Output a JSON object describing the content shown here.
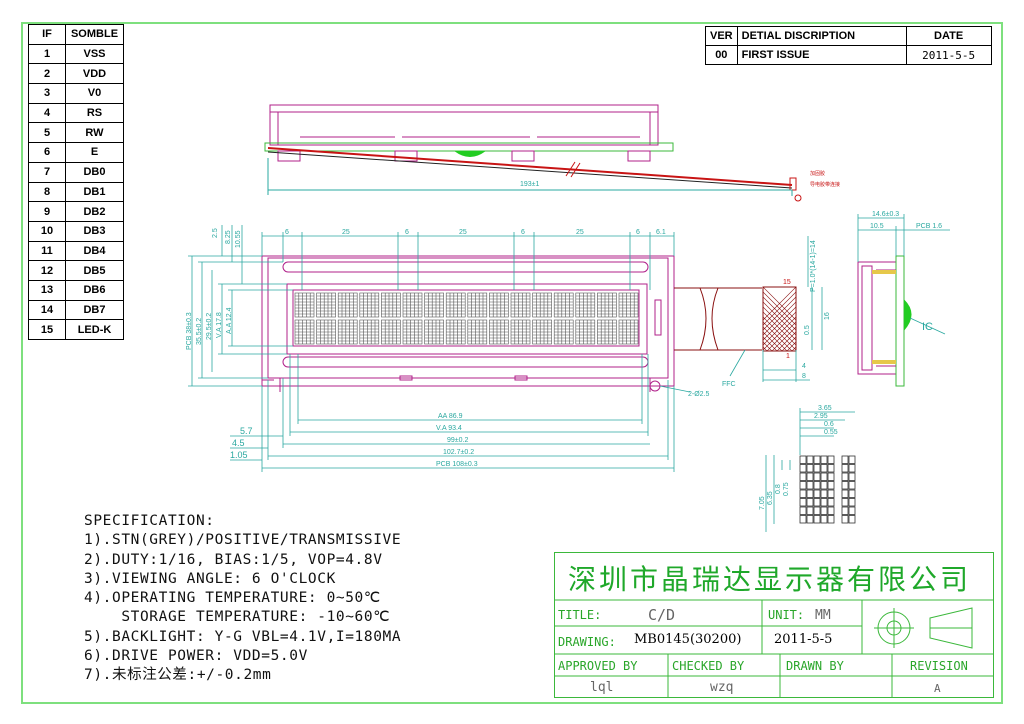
{
  "pin_table": {
    "header": {
      "if": "IF",
      "symbol": "SOMBLE"
    },
    "rows": [
      {
        "no": "1",
        "sym": "VSS"
      },
      {
        "no": "2",
        "sym": "VDD"
      },
      {
        "no": "3",
        "sym": "V0"
      },
      {
        "no": "4",
        "sym": "RS"
      },
      {
        "no": "5",
        "sym": "RW"
      },
      {
        "no": "6",
        "sym": "E"
      },
      {
        "no": "7",
        "sym": "DB0"
      },
      {
        "no": "8",
        "sym": "DB1"
      },
      {
        "no": "9",
        "sym": "DB2"
      },
      {
        "no": "10",
        "sym": "DB3"
      },
      {
        "no": "11",
        "sym": "DB4"
      },
      {
        "no": "12",
        "sym": "DB5"
      },
      {
        "no": "13",
        "sym": "DB6"
      },
      {
        "no": "14",
        "sym": "DB7"
      },
      {
        "no": "15",
        "sym": "LED-K"
      }
    ]
  },
  "version_table": {
    "header": {
      "ver": "VER",
      "desc": "DETIAL DISCRIPTION",
      "date": "DATE"
    },
    "row": {
      "ver": "00",
      "desc": "FIRST ISSUE",
      "date": "2011-5-5"
    }
  },
  "drawing": {
    "dims": {
      "cable_len": "193±1",
      "pitch_6a": "6",
      "pitch_25a": "25",
      "pitch_6b": "6",
      "pitch_25b": "25",
      "pitch_6c": "6",
      "pitch_25c": "25",
      "pitch_6d": "6",
      "pitch_61": "6.1",
      "aa_w": "AA 86.9",
      "va_w": "V.A 93.4",
      "w99": "99±0.2",
      "w1027": "102.7±0.2",
      "pcb_w": "PCB 108±0.3",
      "d57": "5.7",
      "d45": "4.5",
      "d105": "1.05",
      "pcb_h": "PCB 38±0.3",
      "h355": "35.5±0.2",
      "h295": "29.5±0.2",
      "va_h": "V.A 17.8",
      "aa_h": "A.A 12.4",
      "t25": "2.5",
      "t825": "8.25",
      "t1055": "10.55",
      "hole": "2-Ø2.5",
      "ffc": "FFC",
      "ffc_pitch": "P=1.0*(14-1)=14",
      "ffc_05": "0.5",
      "ffc_16": "16",
      "ffc_4": "4",
      "ffc_8": "8",
      "pin15": "15",
      "pin1": "1",
      "side_146": "14.6±0.3",
      "side_105": "10.5",
      "side_pcb": "PCB 1.6",
      "ic": "IC",
      "dot_365": "3.65",
      "dot_295": "2.95",
      "dot_06": "0.6",
      "dot_055": "0.55",
      "dot_705": "7.05",
      "dot_635": "6.35",
      "dot_08": "0.8",
      "dot_075": "0.75",
      "callout1": "加固胶",
      "callout2": "导电胶带连接"
    }
  },
  "specification": {
    "title": "SPECIFICATION:",
    "lines": [
      "1).STN(GREY)/POSITIVE/TRANSMISSIVE",
      "2).DUTY:1/16, BIAS:1/5, VOP=4.8V",
      "3).VIEWING ANGLE: 6 O'CLOCK",
      "4).OPERATING TEMPERATURE: 0~50℃",
      "    STORAGE TEMPERATURE: -10~60℃",
      "5).BACKLIGHT: Y-G VBL=4.1V,I=180MA",
      "6).DRIVE POWER: VDD=5.0V",
      "7).未标注公差:+/-0.2mm"
    ]
  },
  "title_block": {
    "company": "深圳市晶瑞达显示器有限公司",
    "title_label": "TITLE:",
    "title_value": "C/D",
    "unit_label": "UNIT:",
    "unit_value": "MM",
    "drawing_label": "DRAWING:",
    "drawing_value": "MB0145(30200)",
    "drawing_date": "2011-5-5",
    "approved_label": "APPROVED BY",
    "checked_label": "CHECKED BY",
    "drawn_label": "DRAWN BY",
    "revision_label": "REVISION",
    "approved_value": "lql",
    "checked_value": "wzq",
    "drawn_value": "",
    "revision_value": "A"
  },
  "colors": {
    "frame": "#7ee07e",
    "title_green": "#1fa82a",
    "dim_teal": "#2aa8a0",
    "outline_magenta": "#b0208a",
    "cable_red": "#c81414",
    "ffc_maroon": "#8a1010"
  }
}
